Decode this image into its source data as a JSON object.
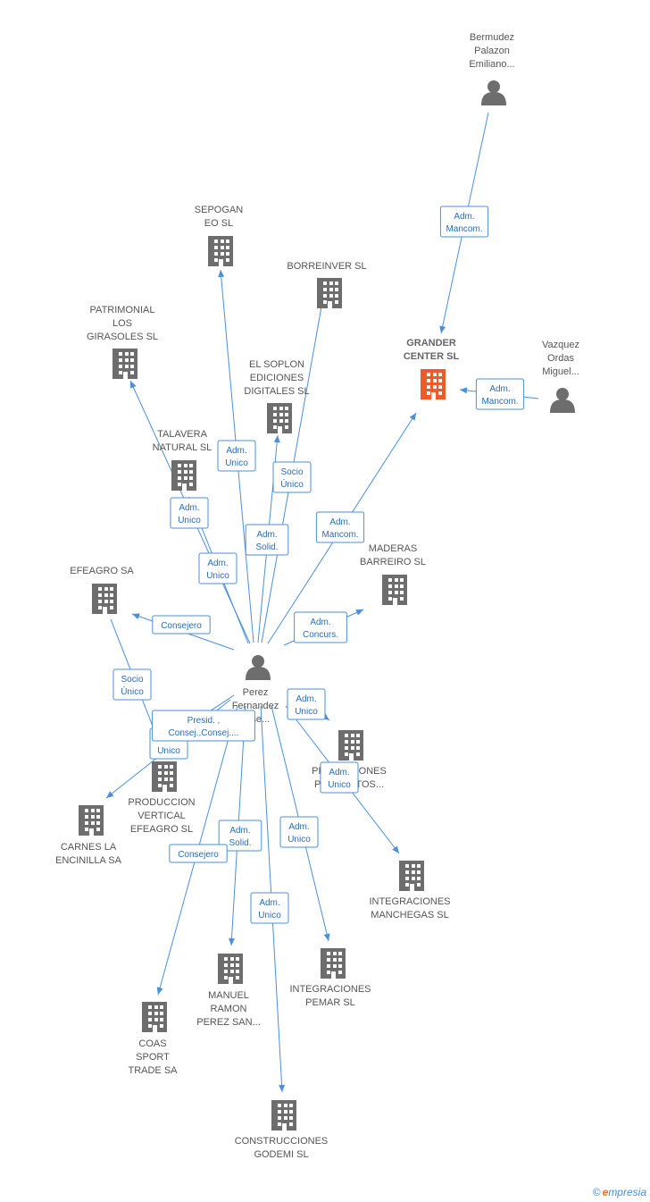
{
  "colors": {
    "company": "#6d6d6d",
    "focus": "#f05a2b",
    "person": "#6d6d6d",
    "edge": "#4a90d9"
  },
  "nodes": [
    {
      "id": "bermudez",
      "type": "person",
      "lines": [
        "Bermudez",
        "Palazon",
        "Emiliano..."
      ]
    },
    {
      "id": "vazquez",
      "type": "person",
      "lines": [
        "Vazquez",
        "Ordas",
        "Miguel..."
      ]
    },
    {
      "id": "perez",
      "type": "person",
      "lines": [
        "Perez",
        "Fernandez",
        "Jose..."
      ]
    },
    {
      "id": "grander",
      "type": "focus",
      "lines": [
        "GRANDER",
        "CENTER SL"
      ]
    },
    {
      "id": "sepogan",
      "type": "company",
      "lines": [
        "SEPOGAN",
        "EO SL"
      ]
    },
    {
      "id": "borreinver",
      "type": "company",
      "lines": [
        "BORREINVER SL"
      ]
    },
    {
      "id": "patrimonial",
      "type": "company",
      "lines": [
        "PATRIMONIAL",
        "LOS",
        "GIRASOLES SL"
      ]
    },
    {
      "id": "elsoplon",
      "type": "company",
      "lines": [
        "EL SOPLON",
        "EDICIONES",
        "DIGITALES SL"
      ]
    },
    {
      "id": "talavera",
      "type": "company",
      "lines": [
        "TALAVERA",
        "NATURAL SL"
      ]
    },
    {
      "id": "maderas",
      "type": "company",
      "lines": [
        "MADERAS",
        "BARREIRO SL"
      ]
    },
    {
      "id": "efeagro",
      "type": "company",
      "lines": [
        "EFEAGRO SA"
      ]
    },
    {
      "id": "proyectos",
      "type": "company",
      "lines": [
        "PROMOCIONES",
        "PROYECTOS..."
      ]
    },
    {
      "id": "produccion",
      "type": "company",
      "lines": [
        "PRODUCCION",
        "VERTICAL",
        "EFEAGRO SL"
      ]
    },
    {
      "id": "carnes",
      "type": "company",
      "lines": [
        "CARNES LA",
        "ENCINILLA SA"
      ]
    },
    {
      "id": "manchegas",
      "type": "company",
      "lines": [
        "INTEGRACIONES",
        "MANCHEGAS SL"
      ]
    },
    {
      "id": "pemar",
      "type": "company",
      "lines": [
        "INTEGRACIONES",
        "PEMAR SL"
      ]
    },
    {
      "id": "manuel",
      "type": "company",
      "lines": [
        "MANUEL",
        "RAMON",
        "PEREZ SAN..."
      ]
    },
    {
      "id": "coas",
      "type": "company",
      "lines": [
        "COAS",
        "SPORT",
        "TRADE SA"
      ]
    },
    {
      "id": "godemi",
      "type": "company",
      "lines": [
        "CONSTRUCCIONES",
        "GODEMI SL"
      ]
    }
  ],
  "edges": [
    {
      "from": "bermudez",
      "to": "grander",
      "label": [
        "Adm.",
        "Mancom."
      ]
    },
    {
      "from": "vazquez",
      "to": "grander",
      "label": [
        "Adm.",
        "Mancom."
      ]
    },
    {
      "from": "perez",
      "to": "grander",
      "label": [
        "Adm.",
        "Mancom."
      ]
    },
    {
      "from": "perez",
      "to": "sepogan",
      "label": [
        "Adm.",
        "Unico"
      ]
    },
    {
      "from": "perez",
      "to": "borreinver",
      "label": [
        "Socio",
        "Único"
      ]
    },
    {
      "from": "perez",
      "to": "elsoplon",
      "label": [
        "Adm.",
        "Solid."
      ]
    },
    {
      "from": "perez",
      "to": "patrimonial",
      "label": [
        "Adm.",
        "Unico"
      ]
    },
    {
      "from": "perez",
      "to": "talavera",
      "label": [
        "Adm.",
        "Unico"
      ]
    },
    {
      "from": "perez",
      "to": "maderas",
      "label": [
        "Adm.",
        "Concurs."
      ]
    },
    {
      "from": "perez",
      "to": "efeagro",
      "label": [
        "Consejero"
      ]
    },
    {
      "from": "efeagro",
      "to": "produccion",
      "label": [
        "Socio",
        "Único"
      ]
    },
    {
      "from": "perez",
      "to": "produccion",
      "label": [
        "Adm.",
        "Unico"
      ]
    },
    {
      "from": "perez",
      "to": "carnes",
      "label": [
        "Presid. ,",
        "Consej.,Consej...."
      ]
    },
    {
      "from": "perez",
      "to": "proyectos",
      "label": [
        "Adm.",
        "Unico"
      ]
    },
    {
      "from": "perez",
      "to": "manchegas",
      "label": [
        "Adm.",
        "Unico"
      ]
    },
    {
      "from": "perez",
      "to": "pemar",
      "label": [
        "Adm.",
        "Unico"
      ]
    },
    {
      "from": "perez",
      "to": "manuel",
      "label": [
        "Adm.",
        "Solid."
      ]
    },
    {
      "from": "perez",
      "to": "coas",
      "label": [
        "Consejero"
      ]
    },
    {
      "from": "perez",
      "to": "godemi",
      "label": [
        "Adm.",
        "Unico"
      ]
    }
  ],
  "brand": {
    "copyright": "©",
    "initial": "e",
    "name": "mpresia"
  }
}
